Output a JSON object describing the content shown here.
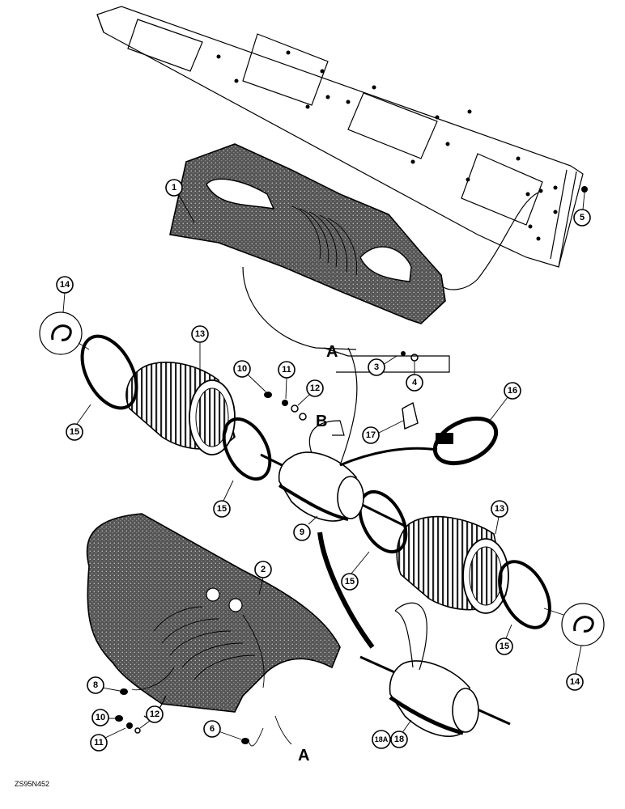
{
  "callouts": {
    "c1": "1",
    "c2": "2",
    "c3": "3",
    "c4": "4",
    "c5": "5",
    "c6": "6",
    "c8": "8",
    "c9": "9",
    "c10a": "10",
    "c10b": "10",
    "c11a": "11",
    "c11b": "11",
    "c12a": "12",
    "c12b": "12",
    "c13a": "13",
    "c13b": "13",
    "c14a": "14",
    "c14b": "14",
    "c15a": "15",
    "c15b": "15",
    "c15c": "15",
    "c15d": "15",
    "c16": "16",
    "c17": "17",
    "c18a": "18A",
    "c18": "18"
  },
  "letters": {
    "a_top": "A",
    "a_bottom": "A",
    "b": "B"
  },
  "reference_code": "ZS95N452"
}
